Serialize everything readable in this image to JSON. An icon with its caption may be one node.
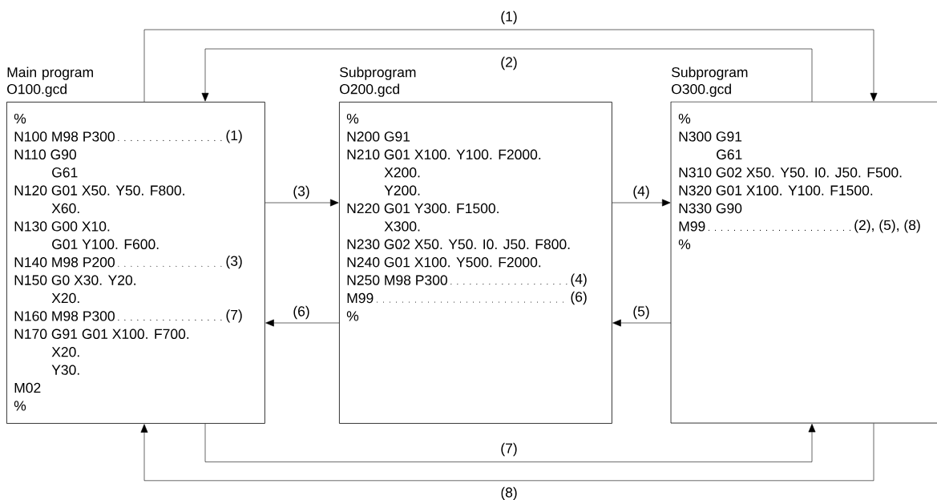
{
  "diagram": {
    "nodes": [
      {
        "text": [
          "Main program O100.gcd",
          "%",
          "N100 M98 P300",
          "(1)",
          "N110 G90",
          "G61",
          "N120 G01 X50. Y50. F800.",
          "X60.",
          "N130 G00 X10.",
          "G01 Y100. F600.",
          "N140 M98 P200",
          "(3)",
          "N150 G0 X30. Y20.",
          "X20.",
          "N160 M98 P300",
          "(7)",
          "N170 G91 G01 X100. F700.",
          "X20.",
          "Y30.",
          "M02",
          "%"
        ]
      },
      {
        "text": [
          "Subprogram O200.gcd",
          "%",
          "N200 G91",
          "N210 G01 X100. Y100. F2000.",
          "X200.",
          "Y200.",
          "N220 G01 Y300. F1500.",
          "X300.",
          "N230 G02 X50. Y50. I0. J50. F800.",
          "N240 G01 X100. Y500. F2000.",
          "N250 M98 P300",
          "(4)",
          "M99",
          "(6)",
          "%"
        ]
      },
      {
        "text": [
          "Subprogram O300.gcd",
          "%",
          "N300 G91",
          "G61",
          "N310 G02 X50. Y50. I0. J50. F500.",
          "N320 G01 X100. Y100. F1500.",
          "N330 G90",
          "M99",
          "(2), (5), (8)",
          "%"
        ]
      }
    ],
    "edges": [
      {
        "from": 0,
        "to": 2,
        "arrow": "to",
        "label": "(1)"
      },
      {
        "from": 2,
        "to": 0,
        "arrow": "to",
        "label": "(2)"
      },
      {
        "from": 0,
        "to": 1,
        "arrow": "to",
        "label": "(3)"
      },
      {
        "from": 1,
        "to": 2,
        "arrow": "to",
        "label": "(4)"
      },
      {
        "from": 2,
        "to": 1,
        "arrow": "to",
        "label": "(5)"
      },
      {
        "from": 1,
        "to": 0,
        "arrow": "to",
        "label": "(6)"
      },
      {
        "from": 0,
        "to": 2,
        "arrow": "to",
        "label": "(7)"
      },
      {
        "from": 2,
        "to": 0,
        "arrow": "to",
        "label": "(8)"
      }
    ]
  }
}
